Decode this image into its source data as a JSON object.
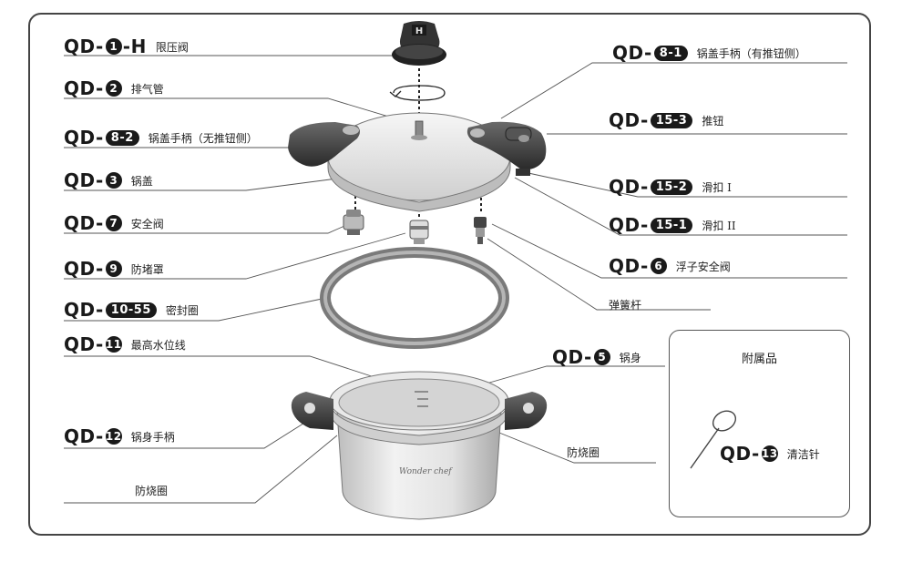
{
  "labels": {
    "qd1h": {
      "prefix": "QD-",
      "badge": "1",
      "suffix": "-H",
      "name": "限压阀"
    },
    "qd2": {
      "prefix": "QD-",
      "badge": "2",
      "name": "排气管"
    },
    "qd82": {
      "prefix": "QD-",
      "badge": "8-2",
      "name": "锅盖手柄（无推钮侧）"
    },
    "qd3": {
      "prefix": "QD-",
      "badge": "3",
      "name": "锅盖"
    },
    "qd7": {
      "prefix": "QD-",
      "badge": "7",
      "name": "安全阀"
    },
    "qd9": {
      "prefix": "QD-",
      "badge": "9",
      "name": "防堵罩"
    },
    "qd1055": {
      "prefix": "QD-",
      "badge": "10-55",
      "name": "密封圈"
    },
    "qd11": {
      "prefix": "QD-",
      "badge": "11",
      "name": "最高水位线"
    },
    "qd12": {
      "prefix": "QD-",
      "badge": "12",
      "name": "锅身手柄"
    },
    "qd81": {
      "prefix": "QD-",
      "badge": "8-1",
      "name": "锅盖手柄（有推钮侧）"
    },
    "qd153": {
      "prefix": "QD-",
      "badge": "15-3",
      "name": "推钮"
    },
    "qd152": {
      "prefix": "QD-",
      "badge": "15-2",
      "name": "滑扣 I"
    },
    "qd151": {
      "prefix": "QD-",
      "badge": "15-1",
      "name": "滑扣 II"
    },
    "qd6": {
      "prefix": "QD-",
      "badge": "6",
      "name": "浮子安全阀"
    },
    "qd5": {
      "prefix": "QD-",
      "badge": "5",
      "name": "锅身"
    },
    "qd13": {
      "prefix": "QD-",
      "badge": "13",
      "name": "清洁针"
    }
  },
  "plain_labels": {
    "spring_rod": "弹簧杆",
    "heat_guard_left": "防烧圈",
    "heat_guard_right": "防烧圈"
  },
  "accessories": {
    "title": "附属品"
  },
  "pot_logo": "Wonder chef",
  "valve_mark": "H",
  "colors": {
    "ink": "#1a1a1a",
    "handle": "#3a3a3a",
    "steel": "#d9d9d9",
    "gasket": "#8a8a8a"
  }
}
